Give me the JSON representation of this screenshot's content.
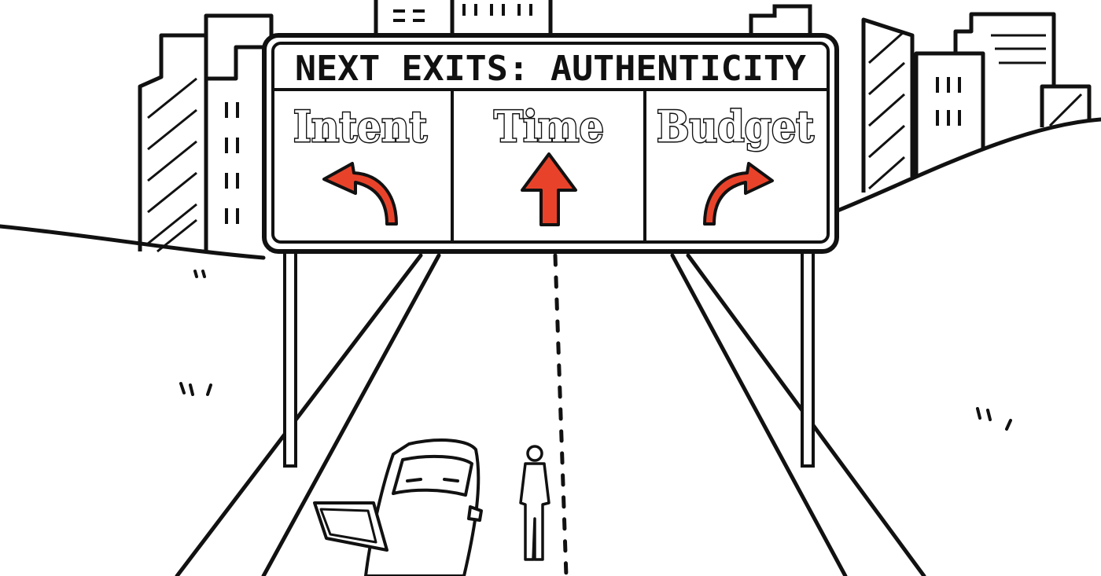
{
  "sign": {
    "title": "NEXT EXITS: AUTHENTICITY",
    "exits": [
      {
        "label": "Intent",
        "direction": "left",
        "arrow_icon": "curved-left-arrow-icon"
      },
      {
        "label": "Time",
        "direction": "straight",
        "arrow_icon": "up-arrow-icon"
      },
      {
        "label": "Budget",
        "direction": "right",
        "arrow_icon": "curved-right-arrow-icon"
      }
    ]
  },
  "colors": {
    "ink": "#111111",
    "accent": "#e8432a",
    "background": "#ffffff"
  }
}
